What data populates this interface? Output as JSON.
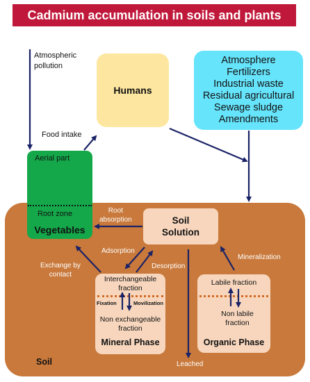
{
  "title": "Cadmium accumulation in soils and plants",
  "atmospheric_pollution": "Atmospheric\npollution",
  "humans": "Humans",
  "sources": [
    "Atmosphere",
    "Fertilizers",
    "Industrial waste",
    "Residual agricultural",
    "Sewage sludge",
    "Amendments"
  ],
  "food_intake": "Food intake",
  "vegetables": {
    "aerial": "Aerial part",
    "root_zone": "Root zone",
    "name": "Vegetables"
  },
  "root_absorption": "Root\nabsorption",
  "soil_solution": {
    "line1": "Soil",
    "line2": "Solution"
  },
  "adsorption": "Adsorption",
  "desorption": "Desorption",
  "exchange_by_contact": "Exchange by\ncontact",
  "mineralization": "Mineralization",
  "mineral": {
    "top": "Interchangeable\nfraction",
    "fixation": "Fixation",
    "movilization": "Movilization",
    "bottom": "Non exchangeable\nfraction",
    "name": "Mineral Phase"
  },
  "organic": {
    "top": "Labile fraction",
    "bottom": "Non labile\nfraction",
    "name": "Organic Phase"
  },
  "soil": "Soil",
  "leached": "Leached",
  "colors": {
    "title_bg": "#c0183a",
    "soil": "#c8793b",
    "humans": "#fde7a0",
    "sources": "#66e4fb",
    "vegetables": "#14a84a",
    "pale": "#f7d6bd",
    "arrow": "#1a2266"
  }
}
